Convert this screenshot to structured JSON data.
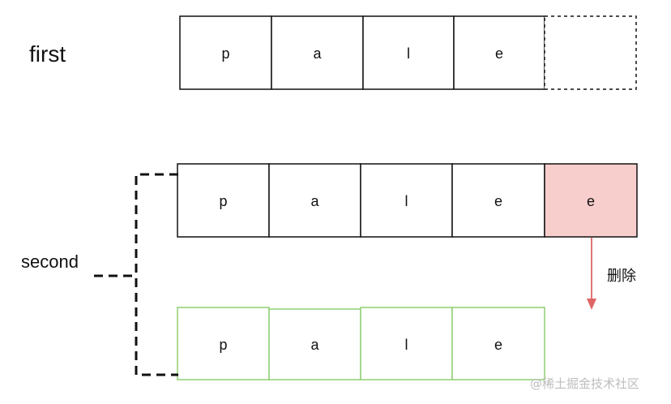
{
  "labels": {
    "first": "first",
    "second": "second",
    "delete": "删除"
  },
  "rows": {
    "first": [
      "p",
      "a",
      "l",
      "e",
      ""
    ],
    "second": [
      "p",
      "a",
      "l",
      "e",
      "e"
    ],
    "result": [
      "p",
      "a",
      "l",
      "e"
    ]
  },
  "watermark": "@稀土掘金技术社区",
  "colors": {
    "stroke": "#111111",
    "deleted_fill": "#f8cecc",
    "result_stroke": "#8fcf72",
    "arrow": "#e06666"
  }
}
